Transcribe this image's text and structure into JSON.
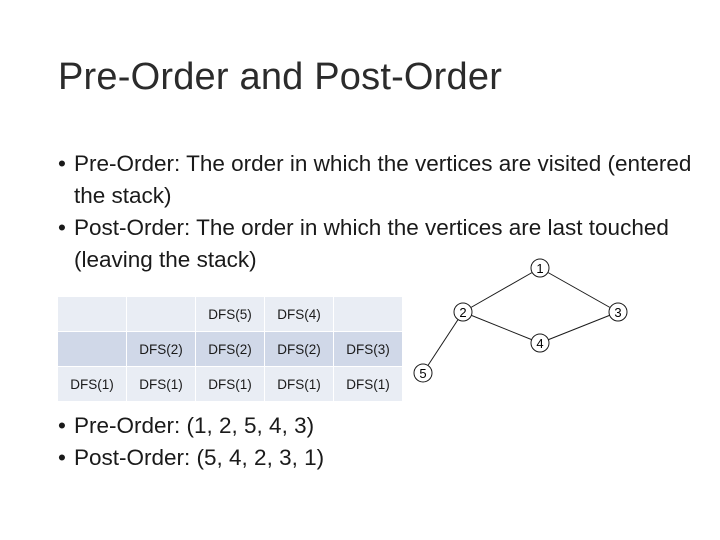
{
  "slide": {
    "title": "Pre-Order and Post-Order"
  },
  "bullets": [
    {
      "text": "Pre-Order: The order in which the vertices are visited (entered the stack)"
    },
    {
      "text": "Post-Order: The order in which the vertices are last touched (leaving the stack)"
    }
  ],
  "stack_table": {
    "rows": [
      [
        "",
        "",
        "DFS(5)",
        "DFS(4)",
        ""
      ],
      [
        "",
        "DFS(2)",
        "DFS(2)",
        "DFS(2)",
        "DFS(3)"
      ],
      [
        "DFS(1)",
        "DFS(1)",
        "DFS(1)",
        "DFS(1)",
        "DFS(1)"
      ]
    ]
  },
  "graph": {
    "nodes": [
      "1",
      "2",
      "3",
      "4",
      "5"
    ],
    "edges": [
      [
        "1",
        "2"
      ],
      [
        "1",
        "3"
      ],
      [
        "2",
        "4"
      ],
      [
        "4",
        "3"
      ],
      [
        "2",
        "5"
      ]
    ]
  },
  "orders": {
    "pre": "Pre-Order: (1, 2, 5, 4, 3)",
    "post": "Post-Order: (5, 4, 2, 3, 1)"
  },
  "bullet_glyph": "•"
}
